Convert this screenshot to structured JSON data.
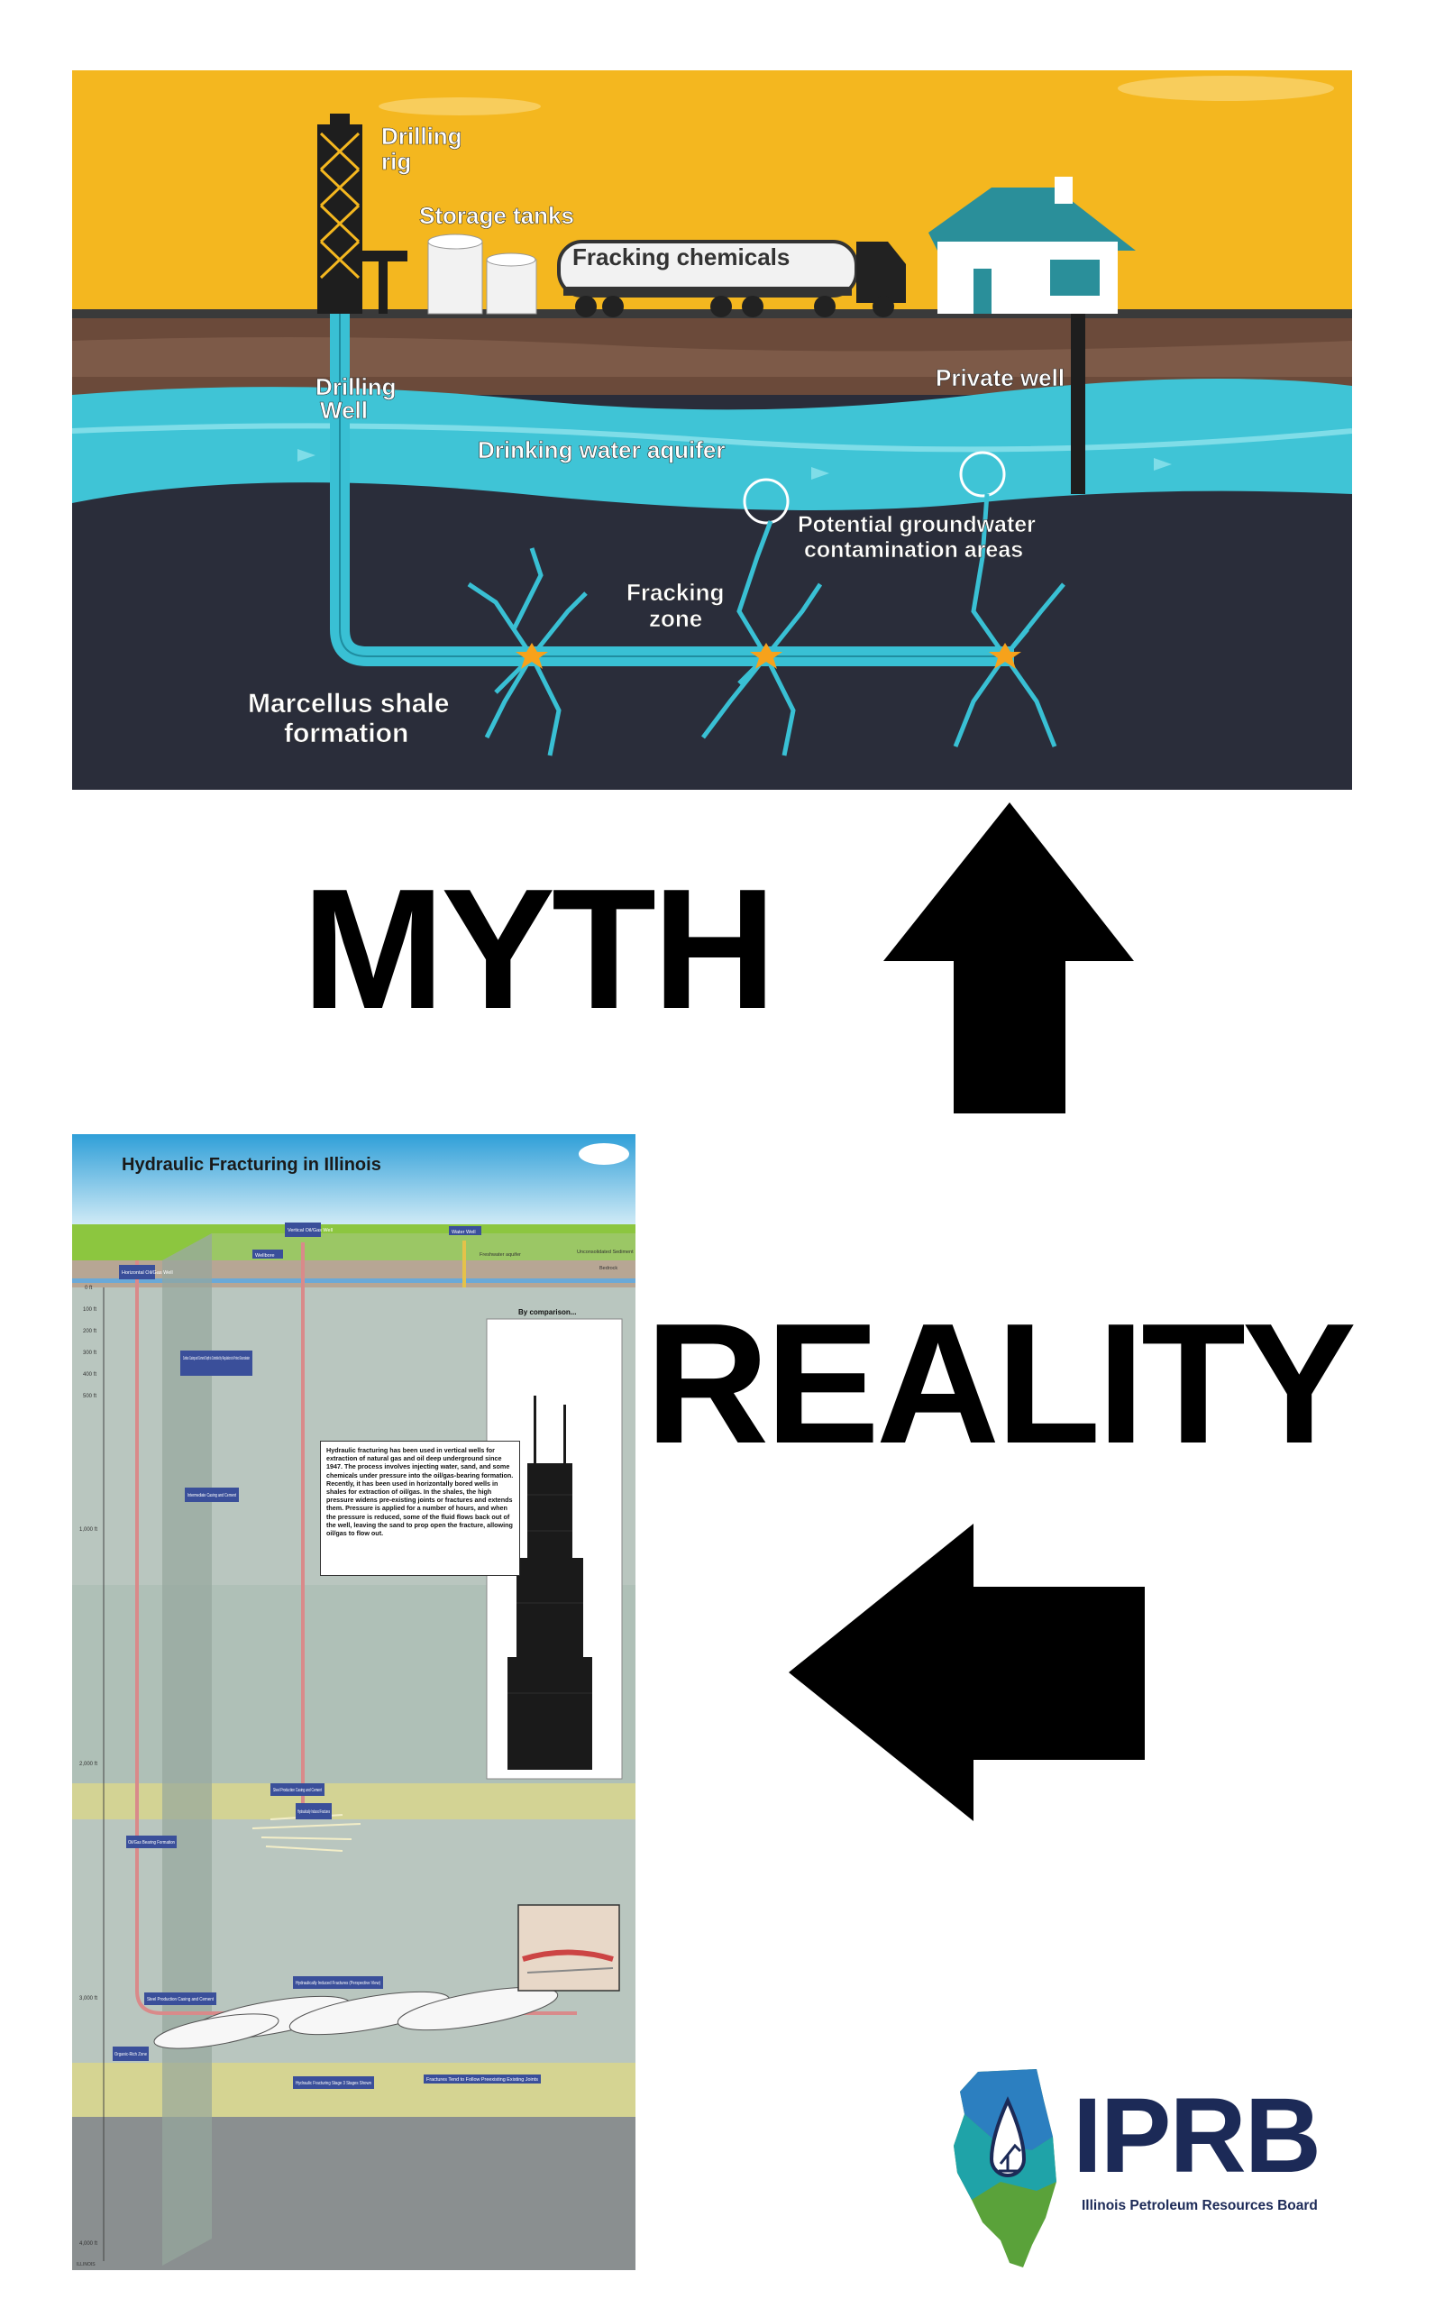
{
  "myth_diagram": {
    "labels": {
      "drilling_rig": [
        "Drilling",
        "rig"
      ],
      "storage_tanks": "Storage tanks",
      "fracking_chemicals": "Fracking chemicals",
      "drilling_well": [
        "Drilling",
        "Well"
      ],
      "private_well": "Private well",
      "aquifer": "Drinking water aquifer",
      "contamination": [
        "Potential groundwater",
        "contamination areas"
      ],
      "fracking_zone": [
        "Fracking",
        "zone"
      ],
      "shale": [
        "Marcellus shale",
        "formation"
      ]
    },
    "colors": {
      "sky": "#f4b71f",
      "aquifer": "#3fc4d6",
      "rock": "#2a2d3a",
      "soil": "#6b4a3a",
      "well": "#39c0d4",
      "house_roof": "#2a8f9a"
    }
  },
  "myth_word": "MYTH",
  "reality_word": "REALITY",
  "reality_diagram": {
    "title": "Hydraulic Fracturing in Illinois",
    "well_tags": {
      "horizontal": "Horizontal Oil/Gas Well",
      "vertical": "Vertical Oil/Gas Well",
      "water": "Water Well",
      "wellbore": "Wellbore"
    },
    "surface_labels": {
      "freshwater": "Freshwater aquifer",
      "unconsolidated": "Unconsolidated Sediment",
      "bedrock": "Bedrock"
    },
    "depth_labels": [
      "0 ft",
      "100 ft",
      "200 ft",
      "300 ft",
      "400 ft",
      "500 ft",
      "1,000 ft",
      "2,000 ft",
      "3,000 ft",
      "4,000 ft"
    ],
    "annotations": {
      "surface_casing": "Surface Casing and Cement Depth is Controlled by Regulations to Protect Groundwater",
      "intermediate_casing": "Intermediate Casing and Cement",
      "steel_production_1": "Steel Production Casing and Cement",
      "induced_fractures_1": "Hydraulically Induced Fractures",
      "oil_gas_formation": "Oil/Gas Bearing Formation",
      "steel_production_2": "Steel Production Casing and Cement",
      "induced_fractures_2": "Hydraulically Induced Fractures (Perspective View)",
      "organic_rich": "Organic-Rich Zone",
      "stages": "Hydraulic Fracturing Stage 3 Stages Shown",
      "fractures_follow": "Fractures Tend to Follow Preexisting Existing Joints"
    },
    "by_comparison": "By comparison...",
    "description": "Hydraulic fracturing has been used in vertical wells for extraction of natural gas and oil deep underground since 1947. The process involves injecting water, sand, and some chemicals under pressure into the oil/gas-bearing formation. Recently, it has been used in horizontally bored wells in shales for extraction of oil/gas. In the shales, the high pressure widens pre-existing joints or fractures and extends them. Pressure is applied for a number of hours, and when the pressure is reduced, some of the fluid flows back out of the well, leaving the sand to prop open the fracture, allowing oil/gas to flow out.",
    "footer": "ILLINOIS",
    "colors": {
      "sky_top": "#3aa6d8",
      "grass": "#8cc63f",
      "rock": "#9fb3a8",
      "formation": "#d9d68a",
      "deep": "#8a8f90"
    }
  },
  "logo": {
    "acronym": "IPRB",
    "name": "Illinois Petroleum Resources Board",
    "colors": {
      "navy": "#1c2a57",
      "teal": "#1fa3a8",
      "green": "#5aa23a",
      "blue": "#2c7fc0"
    }
  }
}
